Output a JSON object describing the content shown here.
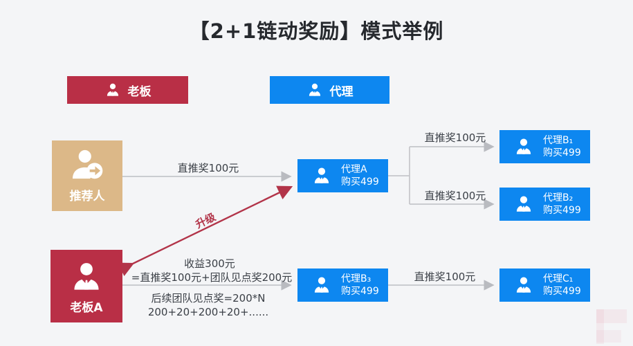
{
  "title": "【2+1链动奖励】模式举例",
  "colors": {
    "boss_red": "#b92f46",
    "agent_blue": "#0d87f0",
    "referrer_tan": "#dcb888",
    "upgrade_arrow_red": "#b23449",
    "connector_gray": "#c5c6ca",
    "background": "#f4f5f7",
    "label_text": "#3a3f46"
  },
  "legend": [
    {
      "label": "老板",
      "icon": "person-tie-icon",
      "color": "#b92f46"
    },
    {
      "label": "代理",
      "icon": "person-tie-icon",
      "color": "#0d87f0"
    }
  ],
  "nodes": {
    "referrer": {
      "label": "推荐人",
      "icon": "person-arrow-icon"
    },
    "bossA": {
      "label": "老板A",
      "icon": "person-tie-icon"
    },
    "agentA": {
      "name": "代理A",
      "sub": "购买499",
      "icon": "person-tie-icon"
    },
    "agentB1": {
      "name": "代理B₁",
      "sub": "购买499",
      "icon": "person-tie-icon"
    },
    "agentB2": {
      "name": "代理B₂",
      "sub": "购买499",
      "icon": "person-tie-icon"
    },
    "agentB3": {
      "name": "代理B₃",
      "sub": "购买499",
      "icon": "person-tie-icon"
    },
    "agentC1": {
      "name": "代理C₁",
      "sub": "购买499",
      "icon": "person-tie-icon"
    }
  },
  "edges": {
    "referrer_to_agentA": {
      "label": "直推奖100元"
    },
    "agentA_to_agentB1": {
      "label": "直推奖100元"
    },
    "agentA_to_agentB2": {
      "label": "直推奖100元"
    },
    "agentB3_to_agentC1": {
      "label": "直推奖100元"
    },
    "bossA_upgrade_to_agentA": {
      "label": "升级"
    },
    "bossA_to_agentB3": {
      "label_above_1": "收益300元",
      "label_above_2": "=直推奖100元+团队见点奖200元",
      "label_below_1": "后续团队见点奖=200*N",
      "label_below_2": "200+20+200+20+......"
    }
  }
}
